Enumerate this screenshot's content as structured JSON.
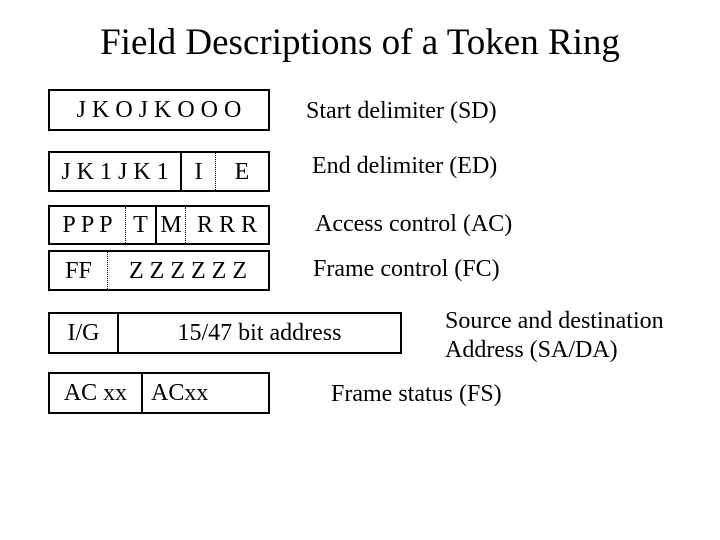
{
  "slide": {
    "title": "Field Descriptions of a Token Ring",
    "background_color": "#ffffff",
    "text_color": "#000000",
    "border_color": "#000000"
  },
  "fields": [
    {
      "name": "start-delimiter",
      "cells": [
        {
          "text": "J K O J K O O O"
        }
      ],
      "label": "Start delimiter (SD)"
    },
    {
      "name": "end-delimiter",
      "cells": [
        {
          "text": "J K 1 J K 1"
        },
        {
          "text": "I"
        },
        {
          "text": "E"
        }
      ],
      "label": "End delimiter (ED)"
    },
    {
      "name": "access-control",
      "cells": [
        {
          "text": "P P P"
        },
        {
          "text": "T"
        },
        {
          "text": "M"
        },
        {
          "text": "R R R"
        }
      ],
      "label": "Access control (AC)"
    },
    {
      "name": "frame-control",
      "cells": [
        {
          "text": "FF"
        },
        {
          "text": "Z Z Z Z Z Z"
        }
      ],
      "label": "Frame control (FC)"
    },
    {
      "name": "source-destination-address",
      "cells": [
        {
          "text": "I/G"
        },
        {
          "text": "15/47 bit address"
        }
      ],
      "label_lines": [
        "Source and destination",
        "Address (SA/DA)"
      ]
    },
    {
      "name": "frame-status",
      "cells": [
        {
          "text": "AC xx"
        },
        {
          "text": "ACxx"
        }
      ],
      "label": "Frame status (FS)"
    }
  ]
}
